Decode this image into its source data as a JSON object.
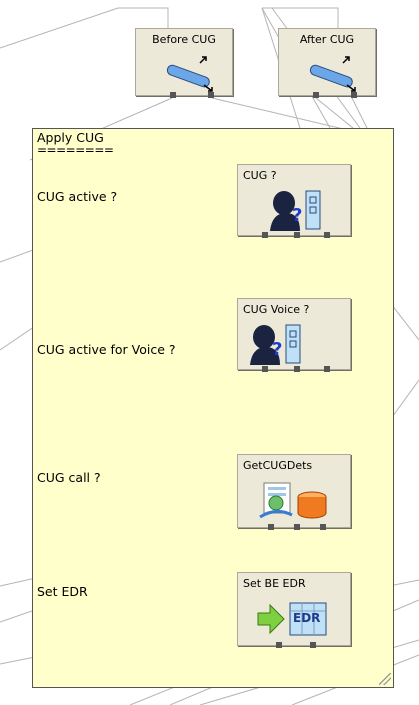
{
  "top_nodes": {
    "before": "Before CUG",
    "after": "After CUG"
  },
  "group": {
    "title": "Apply CUG",
    "underline": "========",
    "steps": [
      {
        "label": "CUG active ?",
        "node_label": "CUG ?",
        "icon": "person-question-icon"
      },
      {
        "label": "CUG active for Voice ?",
        "node_label": "CUG Voice ?",
        "icon": "person-question-icon"
      },
      {
        "label": "CUG call ?",
        "node_label": "GetCUGDets",
        "icon": "database-lookup-icon"
      },
      {
        "label": "Set EDR",
        "node_label": "Set BE EDR",
        "icon": "edr-arrow-icon"
      }
    ]
  },
  "icons": {
    "top_node_icon": "pencil-arrow-icon",
    "edr_text": "EDR"
  },
  "colors": {
    "group_bg": "#ffffcc",
    "node_bg": "#ece9d8",
    "wire": "#b4b4b4"
  }
}
